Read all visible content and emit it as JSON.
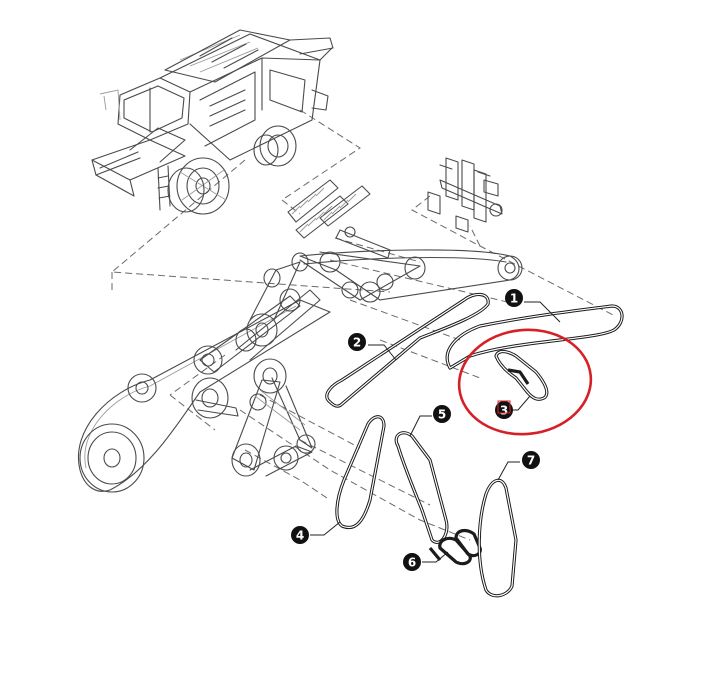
{
  "callouts": [
    {
      "id": "1",
      "label": "1"
    },
    {
      "id": "2",
      "label": "2"
    },
    {
      "id": "3",
      "label": "3"
    },
    {
      "id": "4",
      "label": "4"
    },
    {
      "id": "5",
      "label": "5"
    },
    {
      "id": "6",
      "label": "6"
    },
    {
      "id": "7",
      "label": "7"
    }
  ],
  "highlighted_callout": "3",
  "colors": {
    "highlight": "#d61f26",
    "badge": "#111111",
    "line": "#4a4a4a"
  },
  "icons": [
    "combine-harvester-icon",
    "pulley-drive-assembly-icon",
    "beater-rotor-icon",
    "straw-walker-icon"
  ]
}
